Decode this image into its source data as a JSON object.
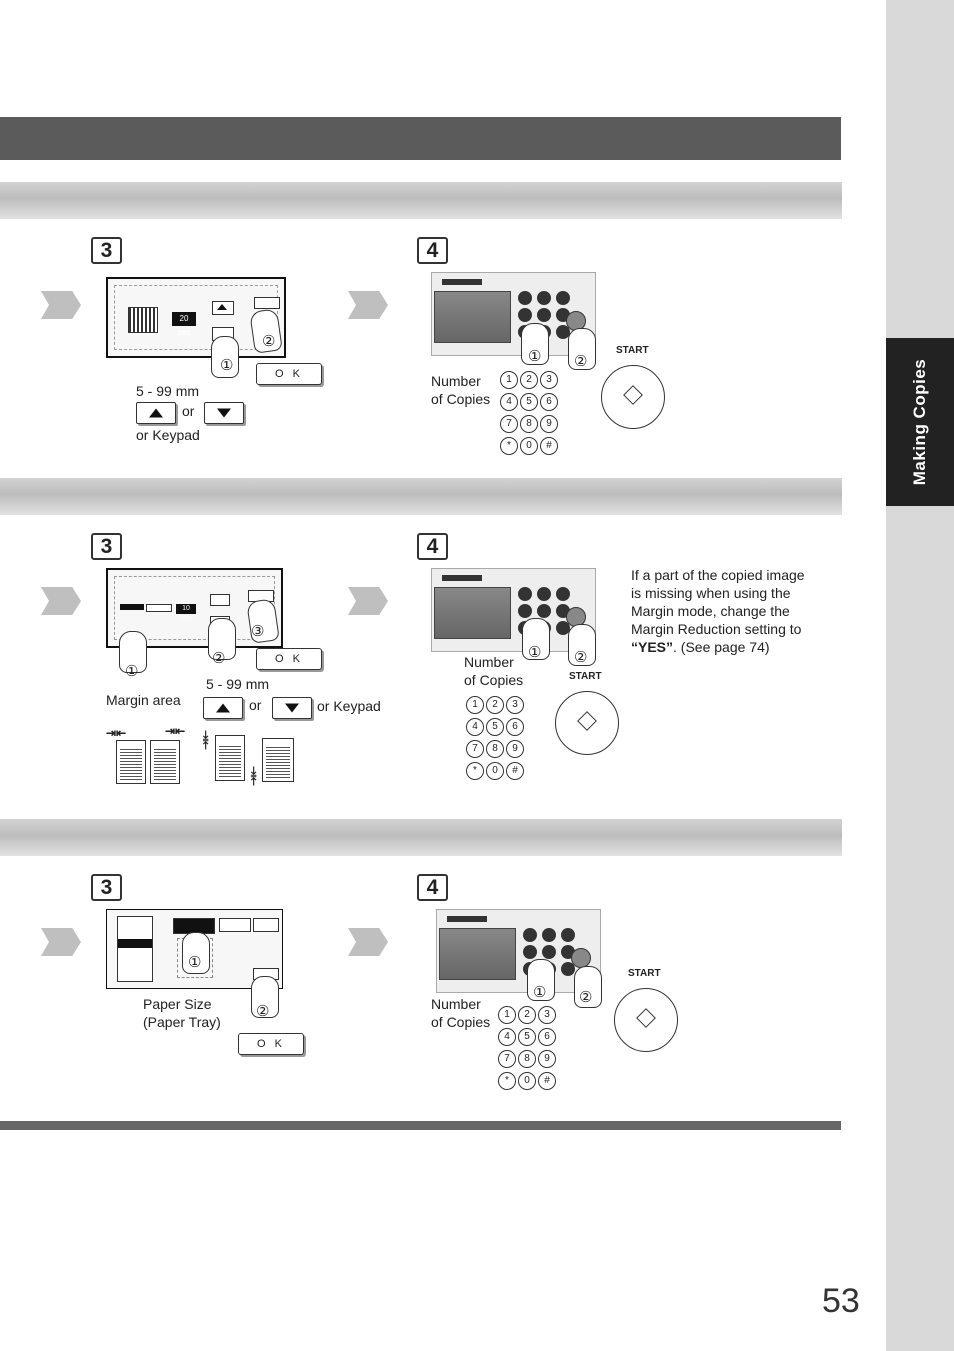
{
  "sidebar": {
    "tab_label": "Making Copies"
  },
  "page_number": "53",
  "section1": {
    "step3": {
      "number": "3",
      "screen_value": "20 mm",
      "ok_label": "O K",
      "range_text": "5 - 99 mm",
      "or_text": "or",
      "keypad_text": "or Keypad"
    },
    "step4": {
      "number": "4",
      "copies_label_1": "Number",
      "copies_label_2": "of Copies",
      "start_label": "START"
    }
  },
  "section2": {
    "step3": {
      "number": "3",
      "screen_value": "10 mm",
      "ok_label": "O K",
      "margin_area_label": "Margin area",
      "range_text": "5 - 99 mm",
      "or_text": "or",
      "keypad_text": "or Keypad"
    },
    "step4": {
      "number": "4",
      "copies_label_1": "Number",
      "copies_label_2": "of Copies",
      "start_label": "START",
      "note_part1": "If a part of the copied image is missing when using the Margin mode, change the Margin Reduction setting to ",
      "note_bold": "“YES”",
      "note_part2": ". (See page 74)"
    }
  },
  "section3": {
    "step3": {
      "number": "3",
      "ok_label": "O K",
      "paper_size_label": "Paper Size",
      "paper_tray_label": "(Paper Tray)"
    },
    "step4": {
      "number": "4",
      "copies_label_1": "Number",
      "copies_label_2": "of Copies",
      "start_label": "START"
    }
  },
  "callouts": {
    "one": "①",
    "two": "②",
    "three": "③"
  },
  "keypad_keys": [
    "1",
    "2",
    "3",
    "4",
    "5",
    "6",
    "7",
    "8",
    "9",
    "*",
    "0",
    "#"
  ]
}
